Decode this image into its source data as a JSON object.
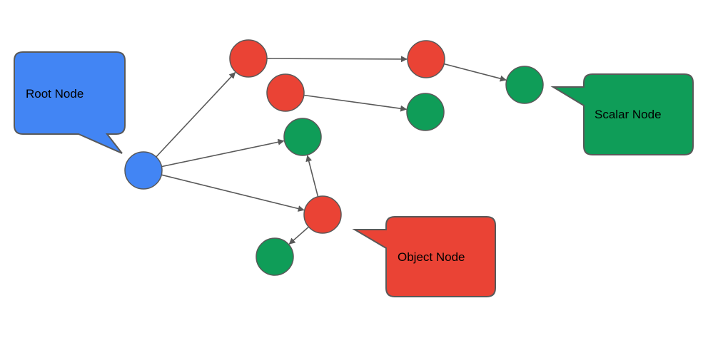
{
  "colors": {
    "root": "#4285f4",
    "object": "#ea4335",
    "scalar": "#0f9d58",
    "stroke": "#595959",
    "edge": "#595959"
  },
  "callouts": {
    "root": {
      "label": "Root Node"
    },
    "scalar": {
      "label": "Scalar Node"
    },
    "object": {
      "label": "Object Node"
    }
  },
  "nodes": [
    {
      "id": "root",
      "kind": "root"
    },
    {
      "id": "obj-a",
      "kind": "object"
    },
    {
      "id": "obj-b",
      "kind": "object"
    },
    {
      "id": "obj-c",
      "kind": "object"
    },
    {
      "id": "obj-d",
      "kind": "object"
    },
    {
      "id": "scalar-a",
      "kind": "scalar"
    },
    {
      "id": "scalar-b",
      "kind": "scalar"
    },
    {
      "id": "scalar-c",
      "kind": "scalar"
    },
    {
      "id": "scalar-d",
      "kind": "scalar"
    }
  ],
  "edges": [
    {
      "from": "root",
      "to": "obj-a"
    },
    {
      "from": "root",
      "to": "scalar-a"
    },
    {
      "from": "root",
      "to": "obj-b"
    },
    {
      "from": "obj-a",
      "to": "obj-c"
    },
    {
      "from": "obj-c",
      "to": "scalar-b"
    },
    {
      "from": "obj-d",
      "to": "scalar-c"
    },
    {
      "from": "obj-b",
      "to": "scalar-a"
    },
    {
      "from": "obj-b",
      "to": "scalar-d"
    }
  ]
}
